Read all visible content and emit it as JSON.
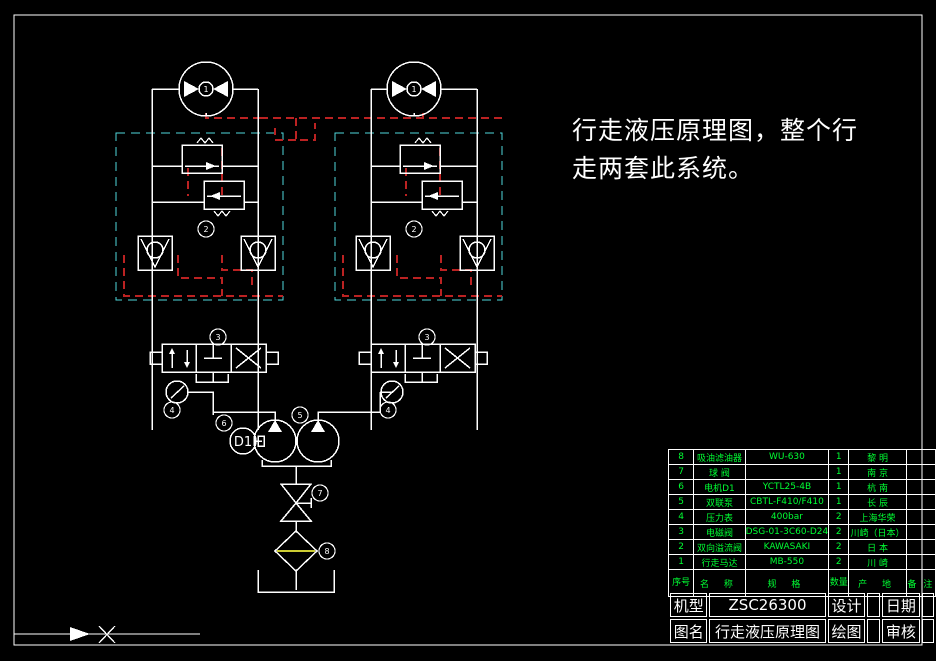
{
  "annotation": {
    "text": "行走液压原理图，整个行\n走两套此系统。"
  },
  "colors": {
    "background": "#000000",
    "line": "#ffffff",
    "drain_line": "#bb2222",
    "enclosure": "#4fd9dd",
    "table_text": "#00ff33",
    "filter_element": "#cccc33"
  },
  "balloons": {
    "motor": "1",
    "crossover_relief": "2",
    "solenoid_valve": "3",
    "pressure_gauge": "4",
    "tandem_pump": "5",
    "electric_motor": "6",
    "ball_valve": "7",
    "suction_filter": "8"
  },
  "labels": {
    "motor_unit": "D1"
  },
  "parts_list": {
    "headers": {
      "no": "序号",
      "name": "名    称",
      "spec": "规    格",
      "qty": "数量",
      "origin": "产    地",
      "remark": "备  注"
    },
    "rows": [
      {
        "no": "8",
        "name": "吸油滤油器",
        "spec": "WU-630",
        "qty": "1",
        "origin": "黎    明",
        "remark": ""
      },
      {
        "no": "7",
        "name": "球    阀",
        "spec": "",
        "qty": "1",
        "origin": "南    京",
        "remark": ""
      },
      {
        "no": "6",
        "name": "电机D1",
        "spec": "YCTL25-4B",
        "qty": "1",
        "origin": "杭    南",
        "remark": ""
      },
      {
        "no": "5",
        "name": "双联泵",
        "spec": "CBTL-F410/F410",
        "qty": "1",
        "origin": "长    辰",
        "remark": ""
      },
      {
        "no": "4",
        "name": "压力表",
        "spec": "400bar",
        "qty": "2",
        "origin": "上海华荣",
        "remark": ""
      },
      {
        "no": "3",
        "name": "电磁阀",
        "spec": "DSG-01-3C60-D24",
        "qty": "2",
        "origin": "川崎（日本）",
        "remark": ""
      },
      {
        "no": "2",
        "name": "双向溢流阀",
        "spec": "KAWASAKI",
        "qty": "2",
        "origin": "日    本",
        "remark": ""
      },
      {
        "no": "1",
        "name": "行走马达",
        "spec": "MB-550",
        "qty": "2",
        "origin": "川    崎",
        "remark": ""
      }
    ]
  },
  "title_block": {
    "model_label": "机型",
    "model_value": "ZSC26300",
    "design_label": "设计",
    "design_value": "",
    "date_label": "日期",
    "date_value": "",
    "drawing_label": "图名",
    "drawing_value": "行走液压原理图",
    "draw_label": "绘图",
    "draw_value": "",
    "check_label": "审核",
    "check_value": ""
  },
  "ucs_marker": {
    "name": "ucs-cursor"
  }
}
